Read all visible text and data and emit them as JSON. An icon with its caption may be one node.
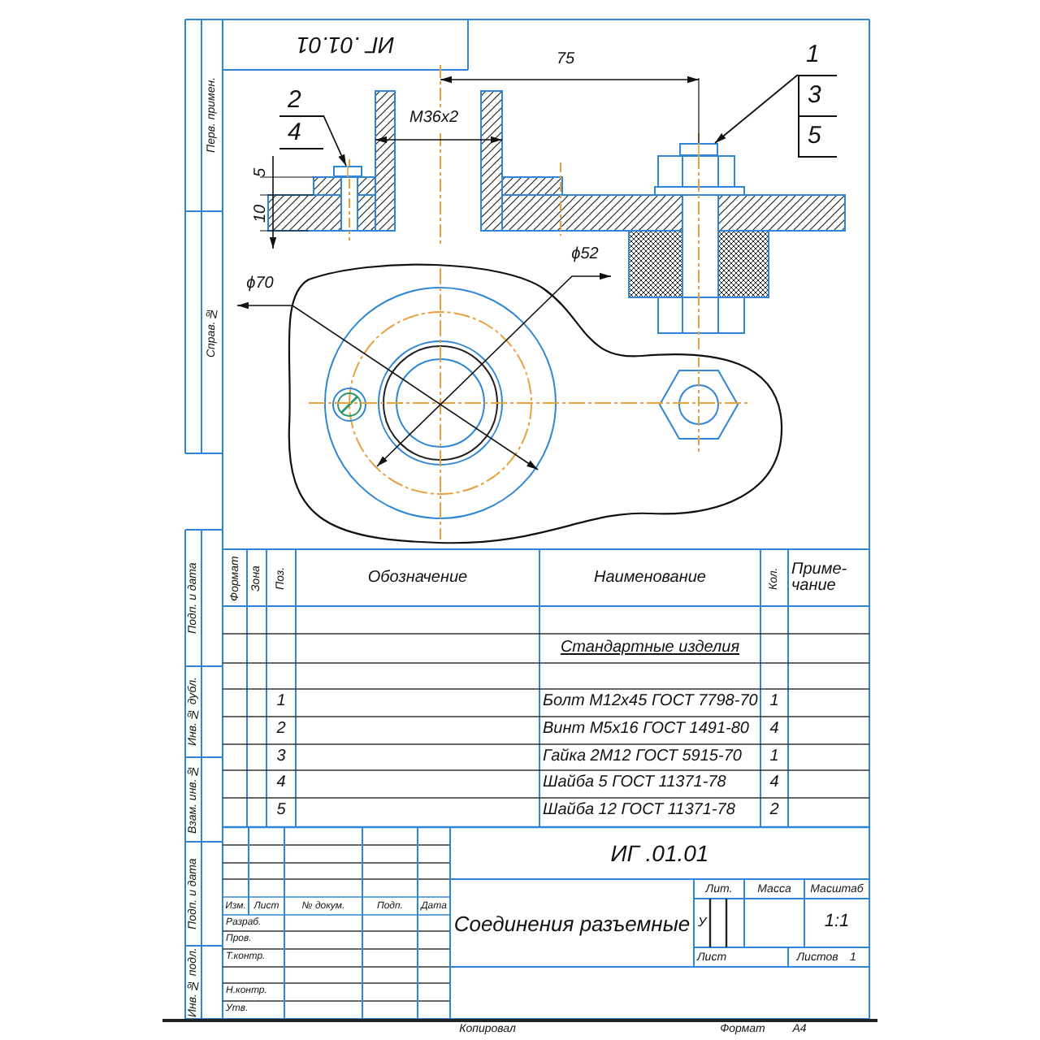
{
  "diagram": {
    "nodes": [
      {
        "text": [
          "2",
          "4"
        ]
      },
      {
        "text": [],
        "shape": "box"
      },
      {
        "text": [
          "1",
          "3",
          "5"
        ]
      },
      {
        "text": [],
        "shape": "box"
      }
    ],
    "edges": [
      {
        "from": 0,
        "to": 1,
        "arrow": "to"
      },
      {
        "from": 2,
        "to": 3,
        "arrow": "to"
      }
    ],
    "labels": [
      "ИГ .01.01",
      "75",
      "М36х2",
      "10",
      "5",
      "Перв. примен.",
      "Справ. №",
      "ϕ70",
      "ϕ52",
      "Подп. и дата",
      "Формат",
      "Зона",
      "Поз.",
      "Обозначение",
      "Наименование",
      "Кол.",
      "Приме-чание",
      "Инв. № дубл.",
      "Стандартные изделия",
      "Взам. инв. №",
      "1",
      "Болт М12х45 ГОСТ 7798-70",
      "1",
      "2",
      "Винт М5х16 ГОСТ 1491-80",
      "4",
      "3",
      "Гайка 2М12 ГОСТ 5915-70",
      "1",
      "4",
      "Шайба 5 ГОСТ 11371-78",
      "4",
      "5",
      "Шайба 12 ГОСТ 11371-78",
      "2",
      "Подп. и дата",
      "ИГ .01.01",
      "Изм.",
      "Лист",
      "№ докум.",
      "Подп.",
      "Дата",
      "Разраб.",
      "Соединения разъемные",
      "Лит.",
      "Масса",
      "Масштаб",
      "У",
      "1:1",
      "Пров.",
      "Т.контр.",
      "Лист",
      "Листов",
      "1",
      "Инв. № подл.",
      "Н.контр.",
      "Утв.",
      "Копировал",
      "Формат",
      "А4"
    ]
  }
}
